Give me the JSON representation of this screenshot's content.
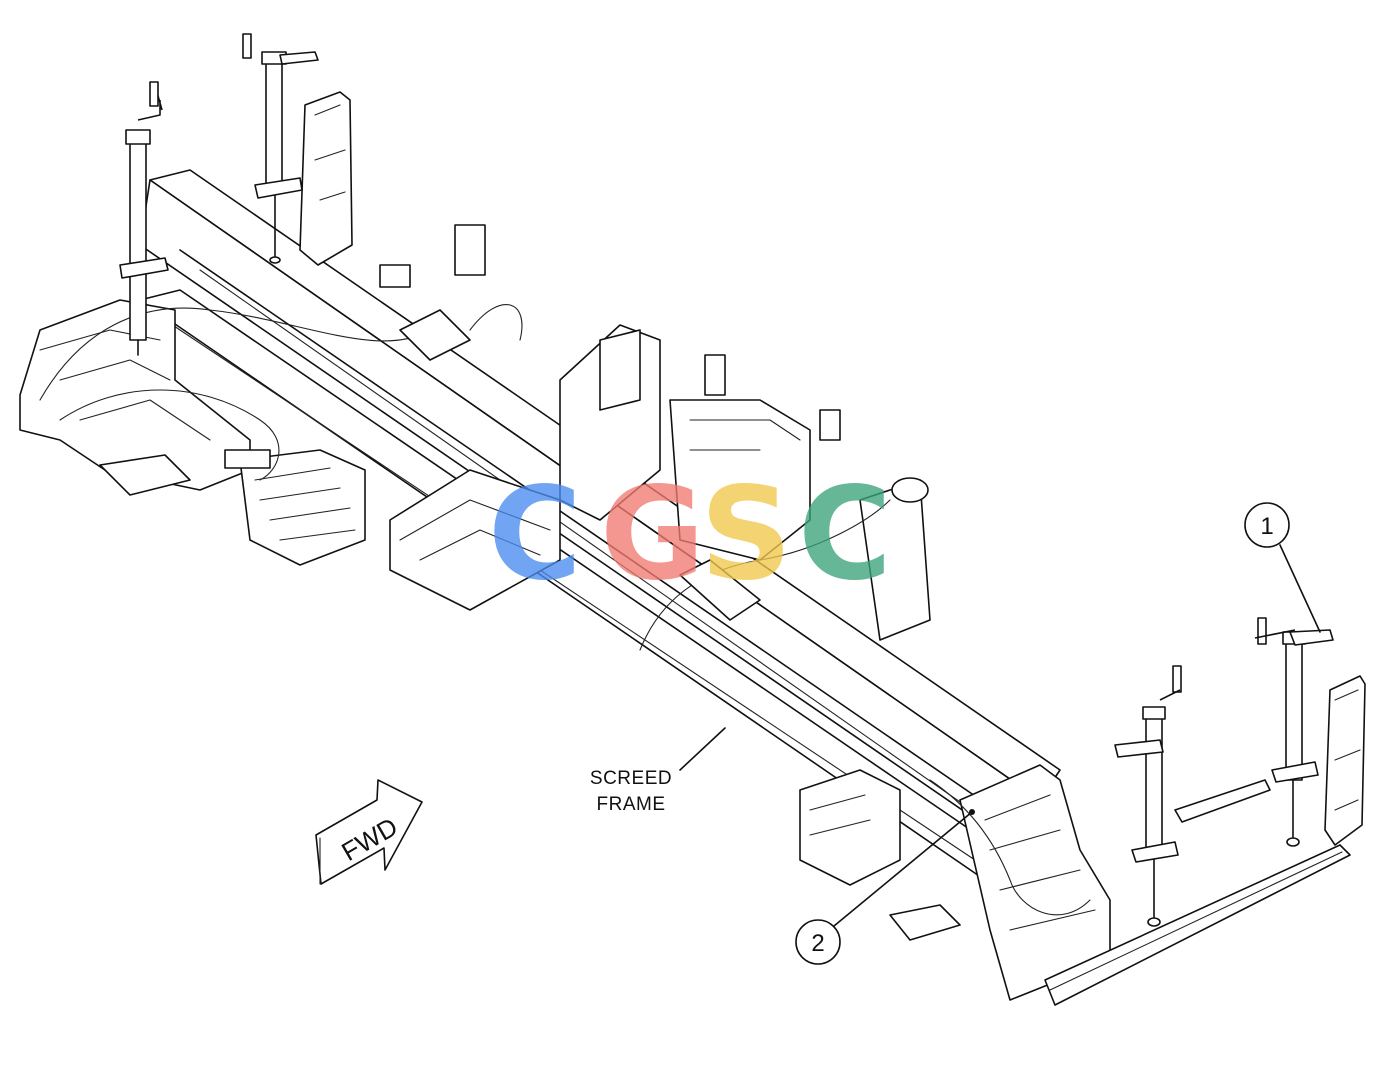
{
  "diagram": {
    "labels": {
      "screed_frame_line1": "SCREED",
      "screed_frame_line2": "FRAME",
      "fwd": "FWD"
    },
    "callouts": [
      {
        "number": "1"
      },
      {
        "number": "2"
      }
    ],
    "watermark": {
      "letters": [
        "C",
        "G",
        "S",
        "C"
      ],
      "colors": [
        "#4a8cf0",
        "#f07a72",
        "#f2c84b",
        "#3aa37a"
      ]
    },
    "colors": {
      "line": "#111111",
      "background": "#ffffff"
    }
  }
}
